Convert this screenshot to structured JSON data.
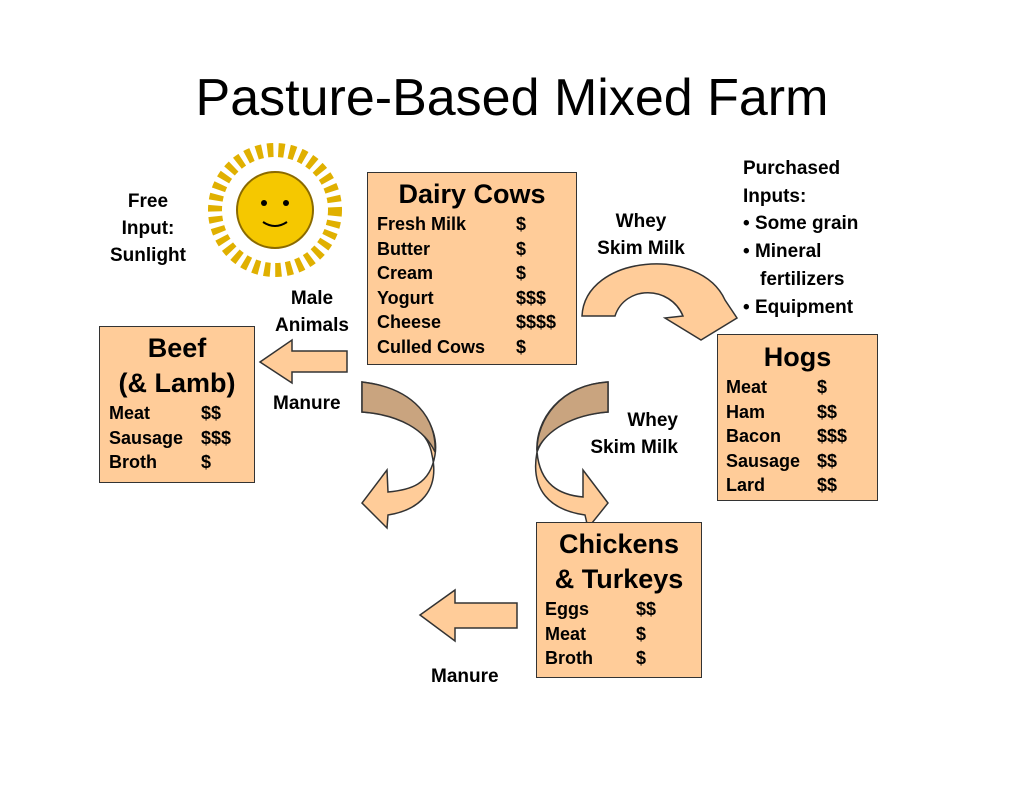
{
  "title": "Pasture-Based Mixed Farm",
  "sunlight": [
    "Free",
    "Input:",
    "Sunlight"
  ],
  "dairy": {
    "title": "Dairy Cows",
    "items": [
      [
        "Fresh Milk",
        "$"
      ],
      [
        "Butter",
        "$"
      ],
      [
        "Cream",
        "$"
      ],
      [
        "Yogurt",
        "$$$"
      ],
      [
        "Cheese",
        "$$$$"
      ],
      [
        "Culled Cows",
        "$"
      ]
    ]
  },
  "whey_top": [
    "Whey",
    "Skim Milk"
  ],
  "purchased": {
    "heading": [
      "Purchased",
      "Inputs:"
    ],
    "items": [
      "Some grain",
      "Mineral fertilizers",
      "Equipment"
    ]
  },
  "male_animals": [
    "Male",
    "Animals"
  ],
  "beef": {
    "title": [
      "Beef",
      "(& Lamb)"
    ],
    "items": [
      [
        "Meat",
        "$$"
      ],
      [
        "Sausage",
        "$$$"
      ],
      [
        "Broth",
        "$"
      ]
    ]
  },
  "manure_1": "Manure",
  "hogs": {
    "title": "Hogs",
    "items": [
      [
        "Meat",
        "$"
      ],
      [
        "Ham",
        "$$"
      ],
      [
        "Bacon",
        "$$$"
      ],
      [
        "Sausage",
        "$$"
      ],
      [
        "Lard",
        "$$"
      ]
    ]
  },
  "whey_mid": [
    "Whey",
    "Skim Milk"
  ],
  "chickens": {
    "title": [
      "Chickens",
      "& Turkeys"
    ],
    "items": [
      [
        "Eggs",
        "$$"
      ],
      [
        "Meat",
        "$"
      ],
      [
        "Broth",
        "$"
      ]
    ]
  },
  "manure_2": "Manure",
  "colors": {
    "box": "#FFCC99",
    "arrow_shade": "#C9A47F"
  }
}
